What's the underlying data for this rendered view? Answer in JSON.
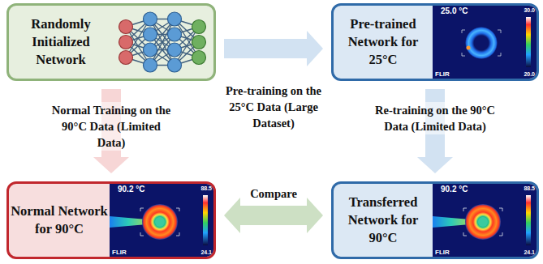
{
  "diagram": {
    "nodes": [
      {
        "text": [
          "Randomly Initialized Network"
        ]
      },
      {
        "text": [
          "Pre-trained Network for 25°C"
        ]
      },
      {
        "text": [
          "Normal Network for 90°C"
        ]
      },
      {
        "text": [
          "Transferred Network for 90°C"
        ]
      }
    ],
    "edges": [
      {
        "from": 0,
        "to": 1,
        "label": "Pre-training on the 25°C Data (Large Dataset)",
        "arrow": "to"
      },
      {
        "from": 0,
        "to": 2,
        "label": "Normal Training on the 90°C Data (Limited Data)",
        "arrow": "to"
      },
      {
        "from": 1,
        "to": 3,
        "label": "Re-training on the 90°C Data (Limited Data)",
        "arrow": "to"
      },
      {
        "from": 2,
        "to": 3,
        "label": "Compare",
        "arrow": "both"
      }
    ],
    "labels": [
      "25.0 °C",
      "30.0",
      "20.0",
      "FLIR",
      "90.2 °C",
      "88.5",
      "24.1",
      "FLIR",
      "90.2 °C",
      "88.5",
      "24.1",
      "FLIR"
    ]
  }
}
